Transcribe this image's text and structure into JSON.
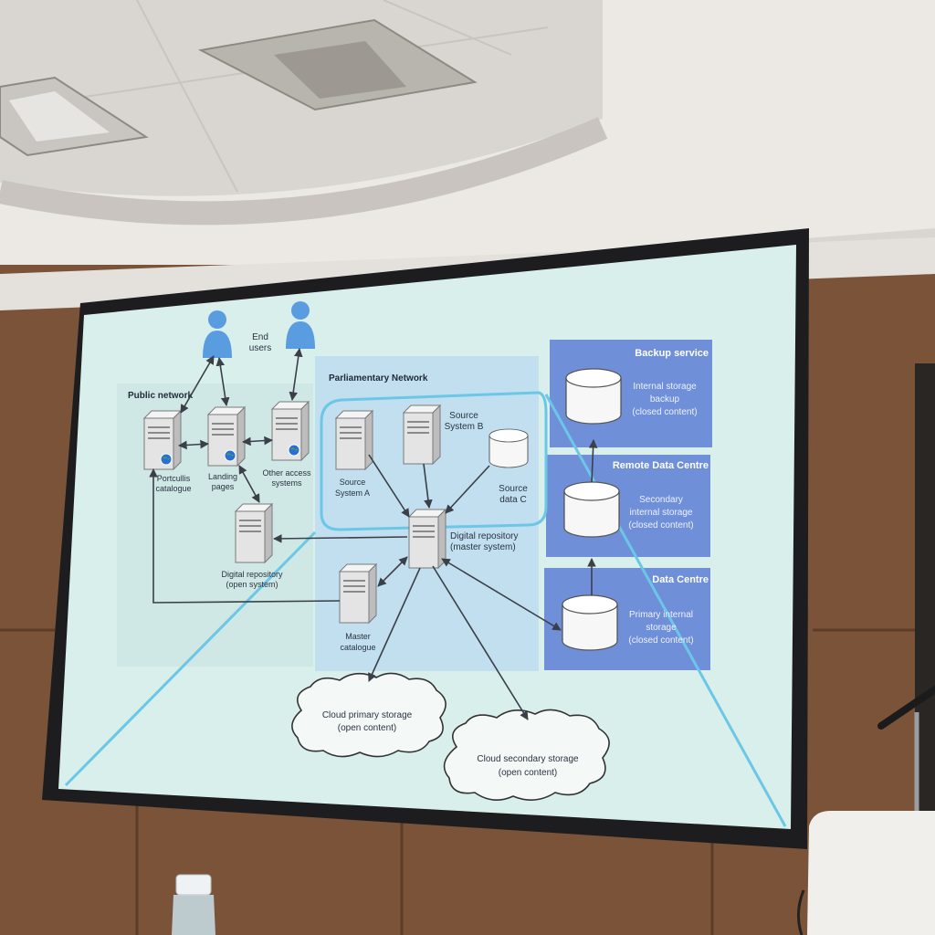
{
  "slide": {
    "end_users": [
      "End",
      "users"
    ],
    "public_network": "Public network",
    "parliamentary_network": "Parliamentary Network",
    "portcullis": [
      "Portcullis",
      "catalogue"
    ],
    "landing": [
      "Landing",
      "pages"
    ],
    "other_access": [
      "Other access",
      "systems"
    ],
    "repo_open": [
      "Digital repository",
      "(open system)"
    ],
    "source_a": [
      "Source",
      "System A"
    ],
    "source_b": [
      "Source",
      "System B"
    ],
    "source_c": [
      "Source",
      "data C"
    ],
    "repo_master": [
      "Digital repository",
      "(master system)"
    ],
    "master_catalogue": [
      "Master",
      "catalogue"
    ],
    "backup_service": "Backup service",
    "internal_backup": [
      "Internal storage",
      "backup",
      "(closed content)"
    ],
    "remote_dc": "Remote Data Centre",
    "secondary_internal": [
      "Secondary",
      "internal storage",
      "(closed content)"
    ],
    "data_centre": "Data Centre",
    "primary_internal": [
      "Primary internal",
      "storage",
      "(closed content)"
    ],
    "cloud_primary": [
      "Cloud primary storage",
      "(open content)"
    ],
    "cloud_secondary": [
      "Cloud secondary storage",
      "(open content)"
    ]
  },
  "colors": {
    "screen": "#d8efec",
    "public_panel": "#cfe8e6",
    "parl_panel": "#c2dff0",
    "service_panel": "#6f8fd8",
    "highlight": "#6cc7e6",
    "server": "#e6e6e6",
    "person": "#5a9ce0"
  },
  "icons": [
    "person-icon",
    "server-icon",
    "globe-icon",
    "database-icon",
    "cloud-icon"
  ]
}
